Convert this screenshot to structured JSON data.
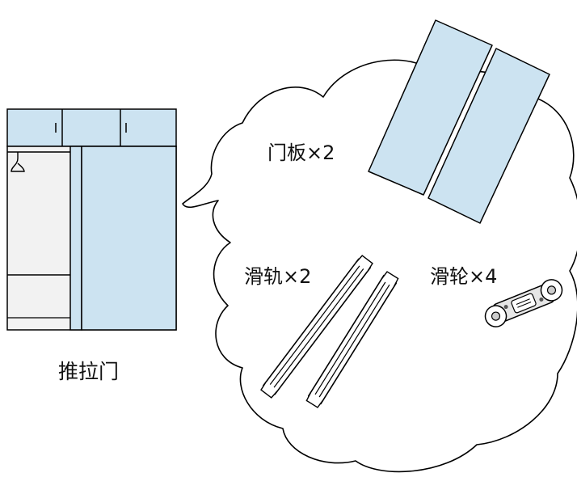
{
  "labels": {
    "wardrobe": "推拉门",
    "door_panels": "门板×2",
    "rails": "滑轨×2",
    "pulleys": "滑轮×4"
  },
  "icons": {
    "wardrobe": "sliding-door-wardrobe-icon",
    "door_panel": "door-panel-icon",
    "rail": "slide-rail-icon",
    "pulley": "pulley-wheel-icon",
    "cloud": "thought-cloud-icon"
  },
  "colors": {
    "panel_fill": "#cce3f1",
    "interior_fill": "#f2f2f2",
    "outline": "#000000",
    "background": "#ffffff"
  }
}
